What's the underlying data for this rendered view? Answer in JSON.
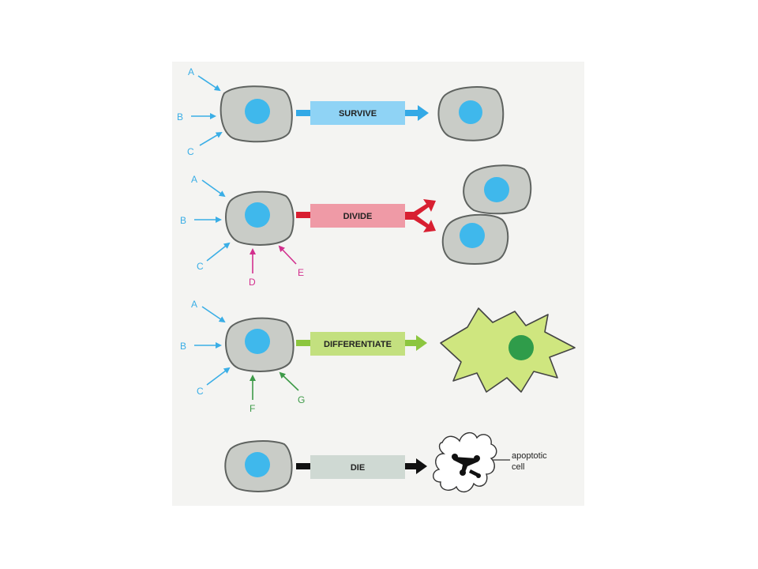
{
  "colors": {
    "panel_bg": "#f4f4f2",
    "cell_fill": "#c9ccc7",
    "cell_stroke": "#5f6360",
    "nucleus": "#3fb8ec",
    "signal_blue": "#3aaee6",
    "signal_magenta": "#d22f8e",
    "signal_green": "#3d9a48",
    "survive_box": "#8fd3f5",
    "survive_arrow": "#33a9e6",
    "divide_box": "#ef9aa6",
    "divide_arrow": "#d81f31",
    "differentiate_box": "#c3e07f",
    "differentiate_arrow": "#8cc63f",
    "diff_cell_fill": "#cfe67f",
    "diff_nucleus": "#2f9c4a",
    "die_box": "#cfd9d3",
    "die_arrow": "#111111"
  },
  "rows": [
    {
      "id": "survive",
      "label": "SURVIVE",
      "signals": [
        {
          "letter": "A",
          "color": "signal_blue"
        },
        {
          "letter": "B",
          "color": "signal_blue"
        },
        {
          "letter": "C",
          "color": "signal_blue"
        }
      ]
    },
    {
      "id": "divide",
      "label": "DIVIDE",
      "signals": [
        {
          "letter": "A",
          "color": "signal_blue"
        },
        {
          "letter": "B",
          "color": "signal_blue"
        },
        {
          "letter": "C",
          "color": "signal_blue"
        },
        {
          "letter": "D",
          "color": "signal_magenta"
        },
        {
          "letter": "E",
          "color": "signal_magenta"
        }
      ]
    },
    {
      "id": "differentiate",
      "label": "DIFFERENTIATE",
      "signals": [
        {
          "letter": "A",
          "color": "signal_blue"
        },
        {
          "letter": "B",
          "color": "signal_blue"
        },
        {
          "letter": "C",
          "color": "signal_blue"
        },
        {
          "letter": "F",
          "color": "signal_green"
        },
        {
          "letter": "G",
          "color": "signal_green"
        }
      ]
    },
    {
      "id": "die",
      "label": "DIE",
      "signals": []
    }
  ],
  "apoptotic_label": {
    "line1": "apoptotic",
    "line2": "cell"
  }
}
